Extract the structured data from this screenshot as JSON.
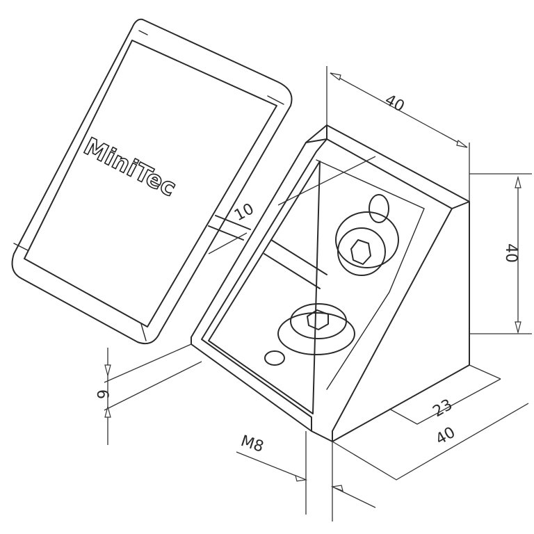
{
  "drawing": {
    "logo_text": "MiniTec",
    "dimensions": {
      "top_width": "40",
      "height": "40",
      "slot": "10",
      "thickness": "6",
      "bolt": "M8",
      "depth_inner": "23",
      "depth": "40"
    }
  }
}
